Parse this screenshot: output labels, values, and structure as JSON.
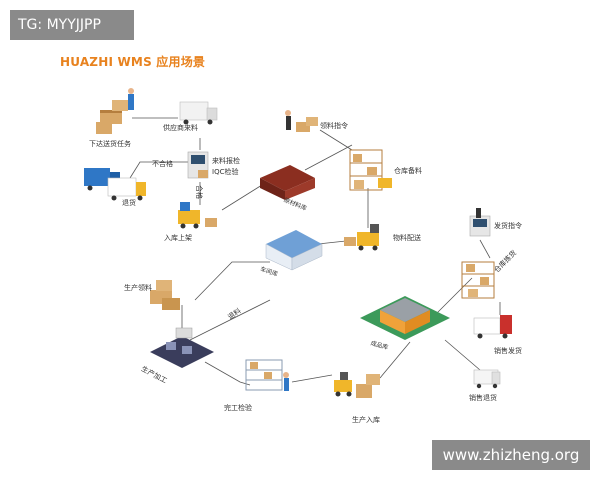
{
  "watermark": {
    "left_tag": "TG: MYYJJPP",
    "right_tag": "www.zhizheng.org"
  },
  "title": "HUAZHI WMS 应用场景",
  "nodes": {
    "issue_task": "下达送货任务",
    "supplier_delivery": "供应商来料",
    "unqualified": "不合格",
    "incoming_inspection": "来料报检",
    "iqc": "IQC检验",
    "qualified": "合格",
    "return_goods": "退货",
    "putaway": "入库上架",
    "raw_material_warehouse": "原材料库",
    "picking_order": "领料指令",
    "warehouse_prep": "仓库备料",
    "material_delivery": "物料配送",
    "workshop_warehouse": "车间库",
    "production_picking": "生产领料",
    "material_return": "退料",
    "production_processing": "生产加工",
    "completion_inspection": "完工检验",
    "production_inbound": "生产入库",
    "finished_goods_warehouse": "成品库",
    "shipping_order": "发货指令",
    "warehouse_picking": "仓库拣货",
    "sales_shipping": "销售发货",
    "sales_return": "销售退货"
  },
  "colors": {
    "title": "#e8821e",
    "connector": "#555555",
    "box": "#d9a868",
    "box_dark": "#b57e3e",
    "roof_red": "#8b2e20",
    "roof_blue": "#6fa0d6",
    "truck_orange": "#f0b62a",
    "truck_red": "#c9302c",
    "truck_blue": "#2f77c6",
    "ground_green": "#3c9a5a",
    "floor_dark": "#3a3d5c"
  }
}
